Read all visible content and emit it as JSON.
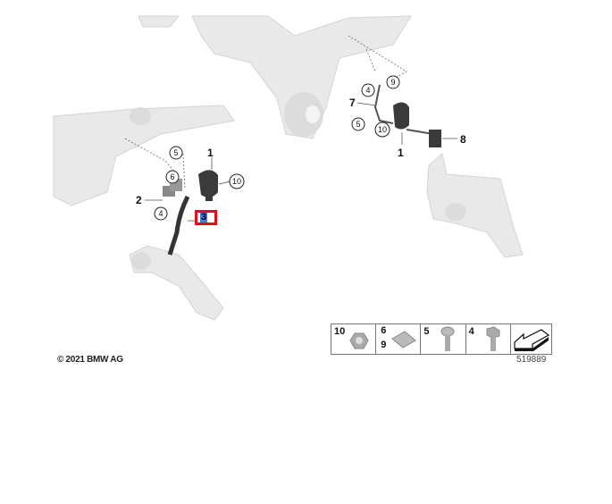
{
  "copyright": "© 2021 BMW AG",
  "diagram_number": "519889",
  "highlighted_part": "3",
  "callouts_left": {
    "p1": "1",
    "p2": "2",
    "p4": "4",
    "p5": "5",
    "p6": "6",
    "p10": "10"
  },
  "callouts_right": {
    "p1": "1",
    "p4": "4",
    "p5": "5",
    "p7": "7",
    "p8": "8",
    "p9": "9",
    "p10": "10"
  },
  "legend": [
    {
      "numbers": [
        "10"
      ],
      "icon": "nut-icon"
    },
    {
      "numbers": [
        "6",
        "9"
      ],
      "icon": "clip-nut-icon"
    },
    {
      "numbers": [
        "5"
      ],
      "icon": "screw-icon"
    },
    {
      "numbers": [
        "4"
      ],
      "icon": "hex-bolt-icon"
    },
    {
      "numbers": [],
      "icon": "arrow-icon"
    }
  ]
}
